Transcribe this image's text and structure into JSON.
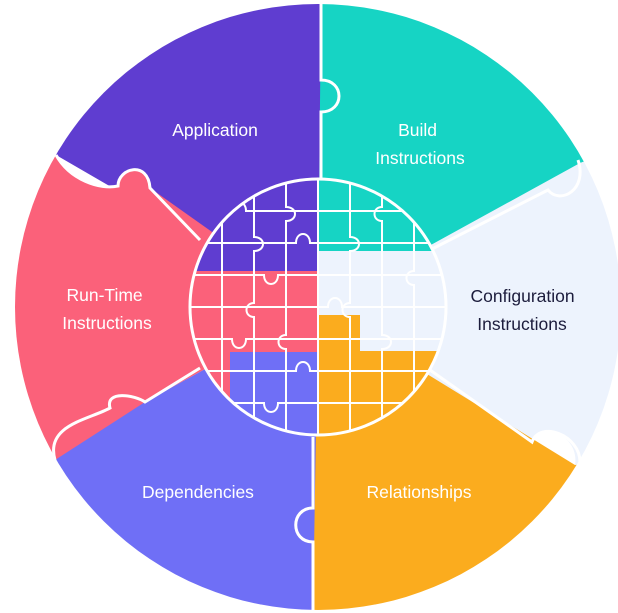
{
  "segments": [
    {
      "id": "application",
      "lines": [
        "Application"
      ],
      "color": "#5f3dd0",
      "text_color": "#ffffff"
    },
    {
      "id": "build",
      "lines": [
        "Build",
        "Instructions"
      ],
      "color": "#16d4c4",
      "text_color": "#ffffff"
    },
    {
      "id": "configuration",
      "lines": [
        "Configuration",
        "Instructions"
      ],
      "color": "#edf3fd",
      "text_color": "#1c1c3c"
    },
    {
      "id": "relationships",
      "lines": [
        "Relationships"
      ],
      "color": "#fbac1e",
      "text_color": "#ffffff"
    },
    {
      "id": "dependencies",
      "lines": [
        "Dependencies"
      ],
      "color": "#6f6ff6",
      "text_color": "#ffffff"
    },
    {
      "id": "runtime",
      "lines": [
        "Run-Time",
        "Instructions"
      ],
      "color": "#fb617a",
      "text_color": "#ffffff"
    }
  ],
  "divider_color": "#ffffff"
}
